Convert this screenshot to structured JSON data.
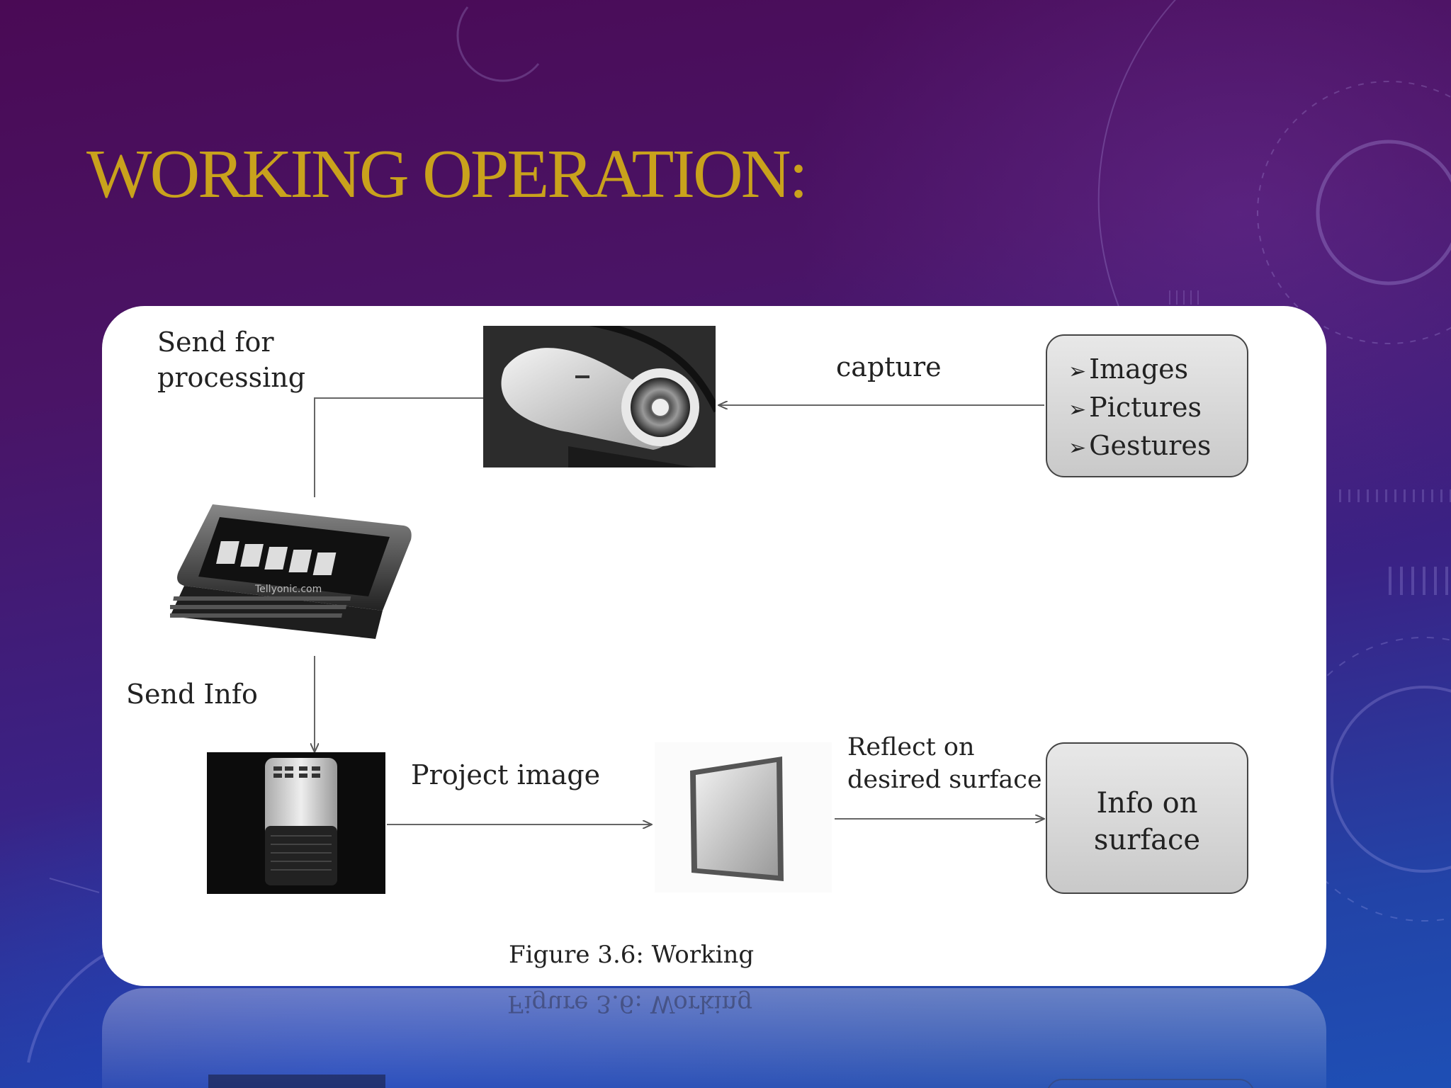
{
  "slide": {
    "title": "WORKING OPERATION:",
    "accent_color": "#c9a21c"
  },
  "diagram": {
    "labels": {
      "send_for_processing_1": "Send for",
      "send_for_processing_2": "processing",
      "capture": "capture",
      "send_info": "Send Info",
      "project_image": "Project image",
      "reflect_1": "Reflect on",
      "reflect_2": "desired surface"
    },
    "input_box": {
      "items": [
        "Images",
        "Pictures",
        "Gestures"
      ],
      "bullet_icon": "arrow-bullet-icon"
    },
    "output_box": {
      "line1": "Info on",
      "line2": "surface"
    },
    "images": {
      "camera": "camera-image",
      "phone": "mobile-phone-image",
      "phone_watermark": "Tellyonic.com",
      "projector": "projector-image",
      "mirror": "mirror-image"
    },
    "caption": "Figure 3.6: Working"
  }
}
